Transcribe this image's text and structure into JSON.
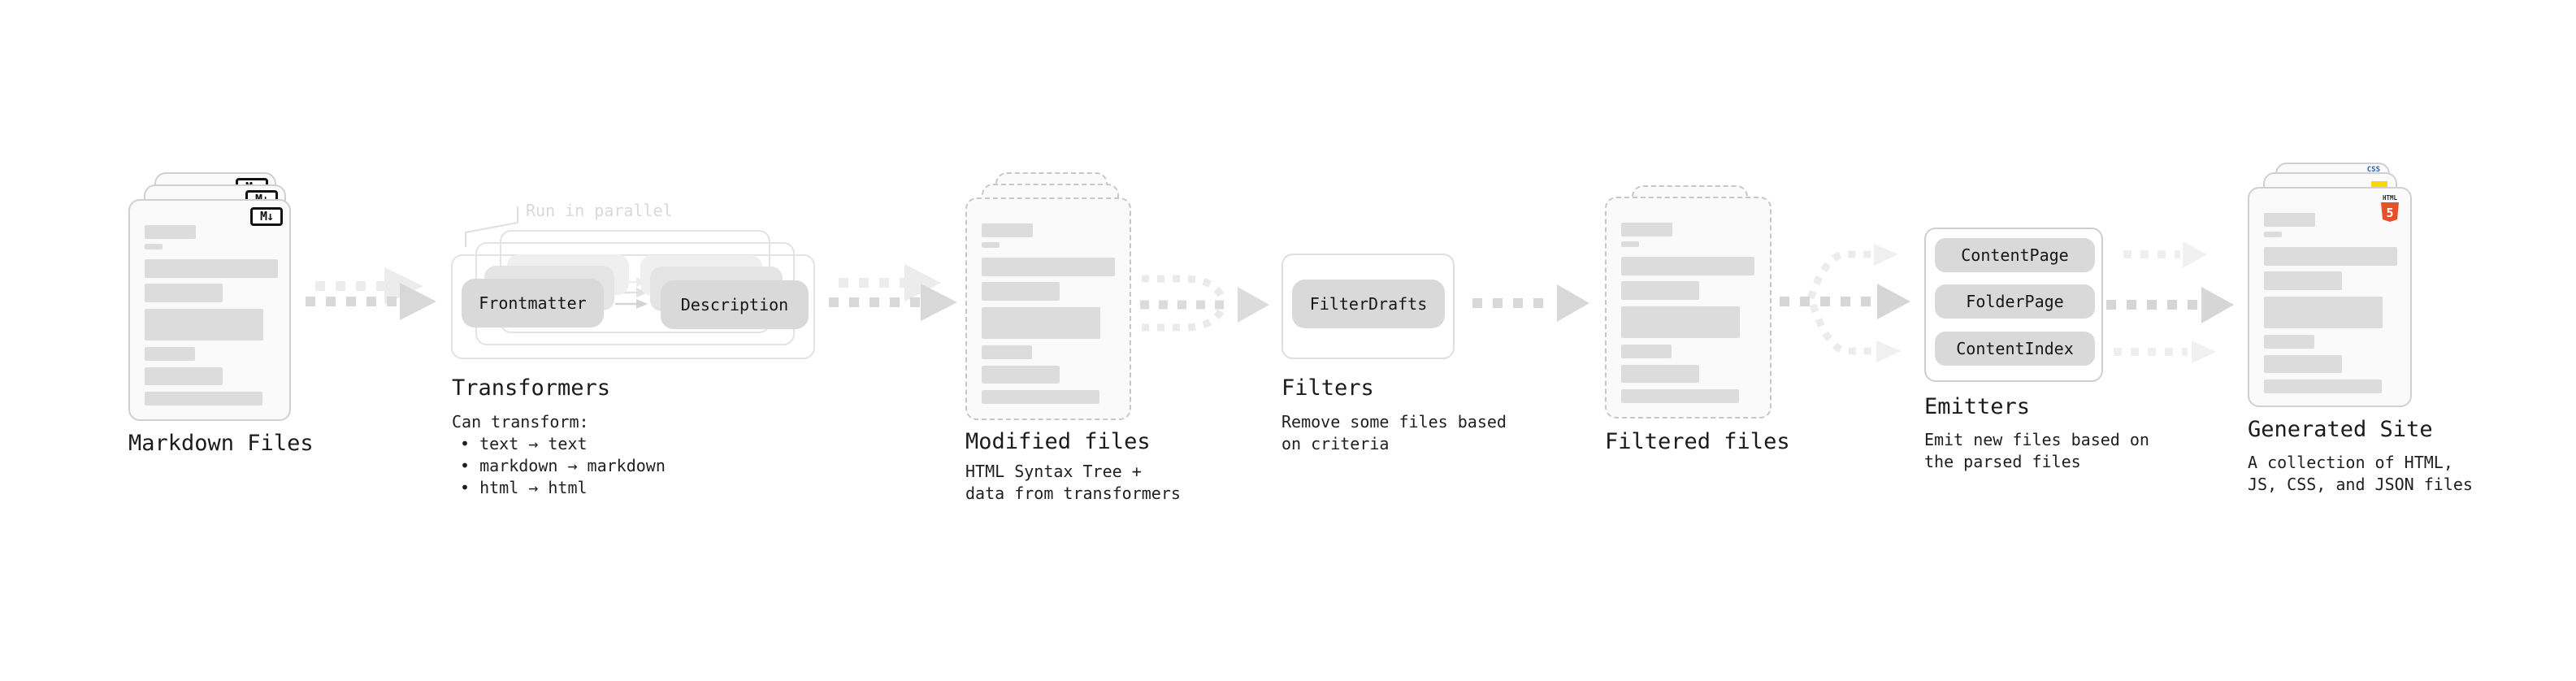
{
  "stages": {
    "markdown": {
      "title": "Markdown Files",
      "badge": "M↓"
    },
    "transformers": {
      "title": "Transformers",
      "note": "Run in parallel",
      "pill_a": "Frontmatter",
      "pill_b": "Description",
      "details": [
        "Can transform:",
        "• text → text",
        "• markdown → markdown",
        "• html → html"
      ]
    },
    "modified": {
      "title": "Modified files",
      "details": [
        "HTML Syntax Tree +",
        "data from transformers"
      ]
    },
    "filters": {
      "title": "Filters",
      "pill": "FilterDrafts",
      "details": [
        "Remove some files based",
        "on criteria"
      ]
    },
    "filtered": {
      "title": "Filtered files"
    },
    "emitters": {
      "title": "Emitters",
      "pills": [
        "ContentPage",
        "FolderPage",
        "ContentIndex"
      ],
      "details": [
        "Emit new files based on",
        "the parsed files"
      ]
    },
    "generated": {
      "title": "Generated Site",
      "details": [
        "A collection of HTML,",
        "JS, CSS, and JSON files"
      ],
      "css_badge": "CSS",
      "js_badge": "JS",
      "html_badge_top": "HTML",
      "html_badge_number": "5"
    }
  },
  "colors": {
    "html5_orange": "#e8502a",
    "css_blue": "#2062af",
    "js_yellow": "#f5d907",
    "pill_gray": "#d9d9d9",
    "note_gray": "#d9d9d9",
    "text": "#1b1b1b"
  }
}
